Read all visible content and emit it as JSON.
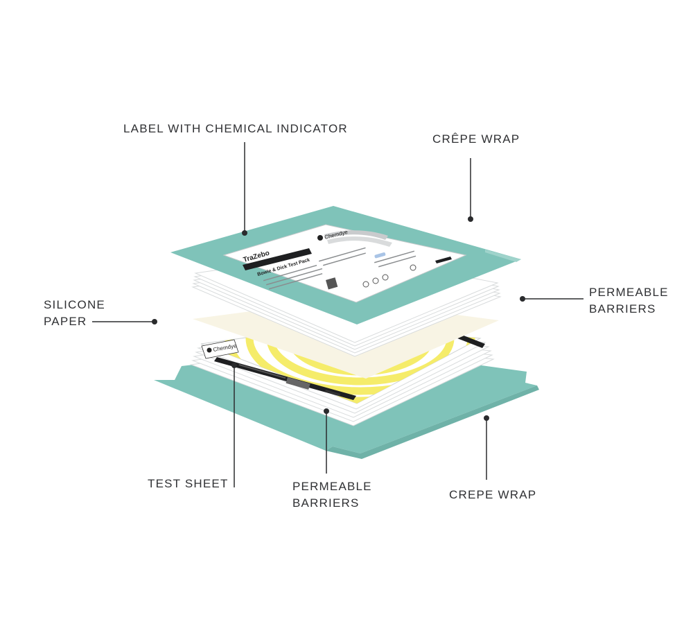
{
  "callouts": {
    "label_with_indicator": "LABEL WITH CHEMICAL INDICATOR",
    "crepe_wrap_top": "CRÊPE WRAP",
    "permeable_barriers_right": [
      "PERMEABLE",
      "BARRIERS"
    ],
    "silicone_paper": [
      "SILICONE",
      "PAPER"
    ],
    "test_sheet": "TEST SHEET",
    "permeable_barriers_bottom": [
      "PERMEABLE",
      "BARRIERS"
    ],
    "crepe_wrap_bottom": "CREPE WRAP"
  },
  "product_label": {
    "brand": "Chemdye",
    "product": "TraZebo",
    "kind": "Bowie & Dick Test Pack"
  },
  "test_sheet_brand": "Chemdye",
  "colors": {
    "teal": "#7fc3b9",
    "teal_light": "#9fd3cb",
    "paper": "#ffffff",
    "silicone": "#f8f4e4",
    "indicator_yellow": "#f5ec6a",
    "ink": "#2f3033",
    "leader": "#2a2b2d"
  }
}
